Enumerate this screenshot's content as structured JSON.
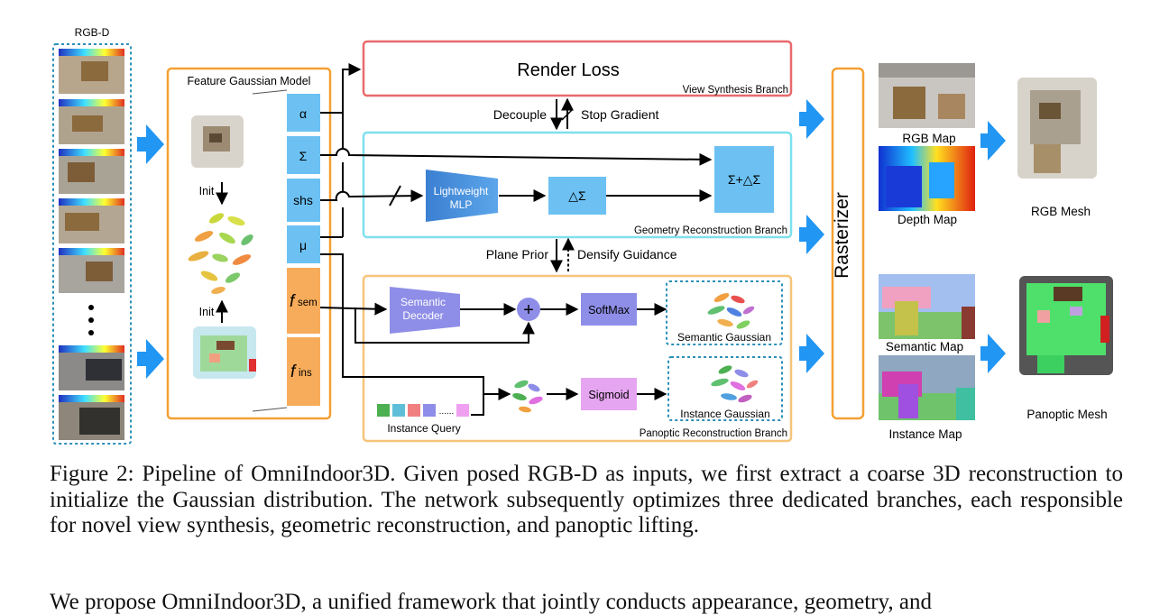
{
  "figure": {
    "rgbd_label": "RGB-D",
    "model_title": "Feature Gaussian Model",
    "init_top": "Init",
    "init_bottom": "Init",
    "attributes": [
      "α",
      "Σ",
      "shs",
      "μ"
    ],
    "f_sem": "f",
    "f_sem_sub": "sem",
    "f_ins": "f",
    "f_ins_sub": "ins",
    "render_loss": "Render Loss",
    "view_branch": "View Synthesis Branch",
    "decouple": "Decouple",
    "stop_gradient": "Stop Gradient",
    "mlp_line1": "Lightweight",
    "mlp_line2": "MLP",
    "delta_sigma": "△Σ",
    "sigma_plus": "Σ+△Σ",
    "geometry_branch": "Geometry Reconstruction Branch",
    "plane_prior": "Plane Prior",
    "densify_guidance": "Densify Guidance",
    "sem_decoder_line1": "Semantic",
    "sem_decoder_line2": "Decoder",
    "softmax": "SoftMax",
    "semantic_gaussian": "Semantic Gaussian",
    "sigmoid": "Sigmoid",
    "instance_gaussian": "Instance Gaussian",
    "instance_query": "Instance Query",
    "panoptic_branch": "Panoptic Reconstruction  Branch",
    "rasterizer": "Rasterizer",
    "rgb_map": "RGB Map",
    "depth_map": "Depth Map",
    "semantic_map": "Semantic Map",
    "instance_map": "Instance Map",
    "rgb_mesh": "RGB Mesh",
    "panoptic_mesh": "Panoptic Mesh",
    "colors": {
      "accent_orange": "#f5a033",
      "render_red": "#e8696c",
      "geometry_cyan": "#7ee0ee",
      "panoptic_orange": "#f5c47a",
      "attr_blue": "#6cc1f2",
      "attr_orange": "#f7ac5b",
      "mlp_blue": "#4a90d9",
      "decoder_purple": "#8e8ee8",
      "sigmoid_pink": "#e6a5f0",
      "arrow_blue": "#2196f3"
    }
  },
  "caption": "Figure 2: Pipeline of OmniIndoor3D. Given posed RGB-D as inputs, we first extract a coarse 3D reconstruction to initialize the Gaussian distribution. The network subsequently optimizes three dedicated branches, each responsible for novel view synthesis, geometric reconstruction, and panoptic lifting.",
  "body_text": "We propose OmniIndoor3D, a unified framework that jointly conducts appearance, geometry, and"
}
